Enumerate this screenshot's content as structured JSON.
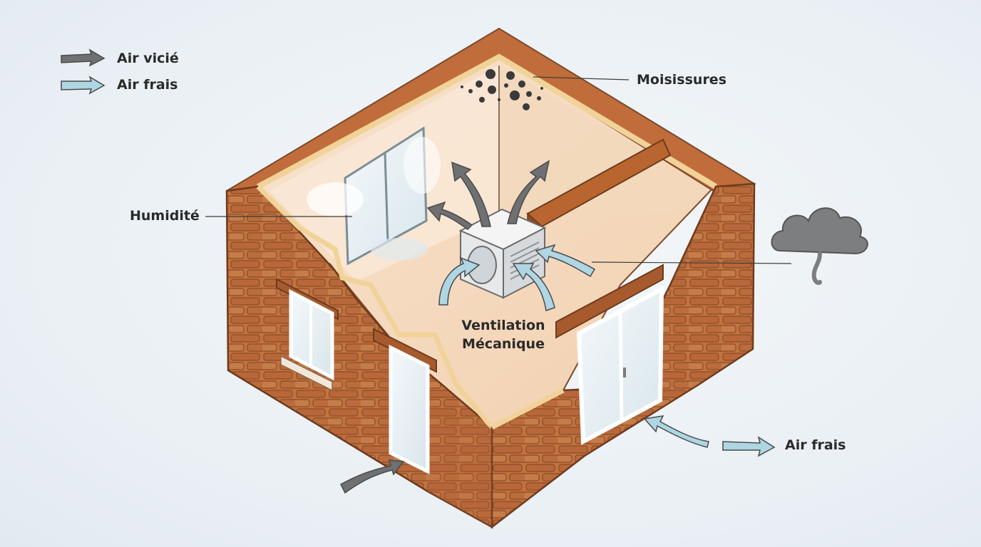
{
  "legend": {
    "stale_air": "Air vicié",
    "fresh_air": "Air frais"
  },
  "labels": {
    "mold": "Moisissures",
    "humidity": "Humidité",
    "ventilation_line1": "Ventilation",
    "ventilation_line2": "Mécanique",
    "fresh_air_right": "Air frais"
  },
  "colors": {
    "stale_arrow": "#6f7072",
    "fresh_arrow": "#aed6e3",
    "brick": "#b86a3c",
    "floor": "#f6dcc2",
    "trim": "#f1d39a",
    "cloud": "#7d7e80"
  },
  "icons": [
    "stale-air-arrow-icon",
    "fresh-air-arrow-icon",
    "mold-spots-icon",
    "cloud-icon",
    "ventilation-unit-icon"
  ]
}
